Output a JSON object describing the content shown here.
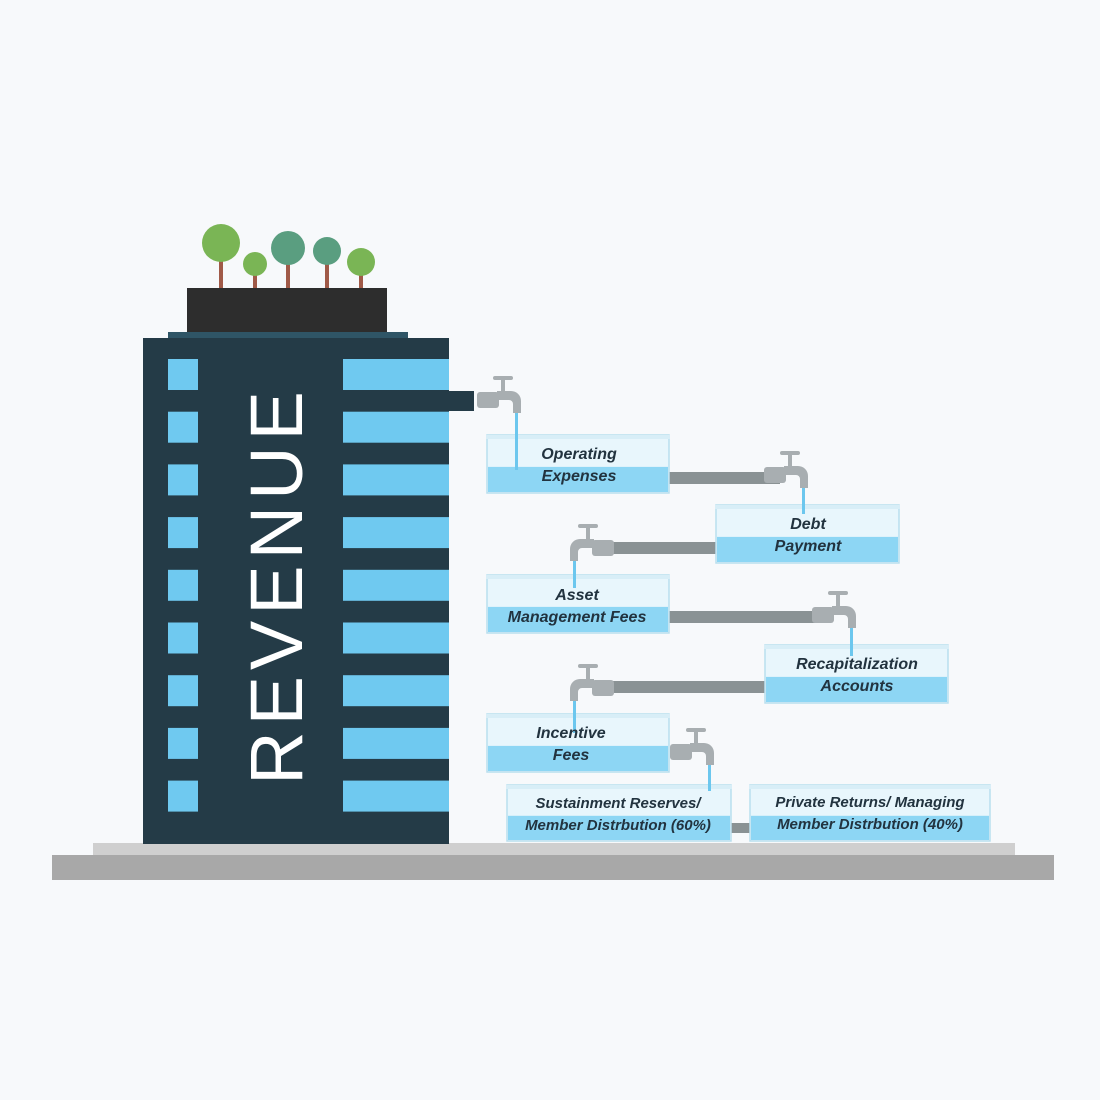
{
  "building": {
    "title": "REVENUE",
    "colors": {
      "body": "#243b47",
      "window": "#6fc9f0",
      "roof": "#2d2d2d",
      "roof_edge": "#2f5566",
      "ground_top": "#cfcfcf",
      "ground_base": "#a8a8a8",
      "tree_light": "#7ab555",
      "tree_teal": "#5a9e80",
      "trunk": "#a05a48"
    }
  },
  "tanks": [
    {
      "id": "operating-expenses",
      "line1": "Operating",
      "line2": "Expenses"
    },
    {
      "id": "debt-payment",
      "line1": "Debt",
      "line2": "Payment"
    },
    {
      "id": "asset-management-fees",
      "line1": "Asset",
      "line2": "Management Fees"
    },
    {
      "id": "recapitalization-accounts",
      "line1": "Recapitalization",
      "line2": "Accounts"
    },
    {
      "id": "incentive-fees",
      "line1": "Incentive",
      "line2": "Fees"
    },
    {
      "id": "sustainment-reserves",
      "line1": "Sustainment Reserves/",
      "line2": "Member Distrbution (60%)"
    },
    {
      "id": "private-returns",
      "line1": "Private Returns/ Managing",
      "line2": "Member Distrbution (40%)"
    }
  ],
  "colors": {
    "water": "#8dd6f4",
    "tank_glass": "#e8f6fc",
    "tank_edge": "#b9dfee",
    "pipe": "#8a9294",
    "faucet": "#a8aeb1",
    "stream": "#6cc7ee"
  }
}
